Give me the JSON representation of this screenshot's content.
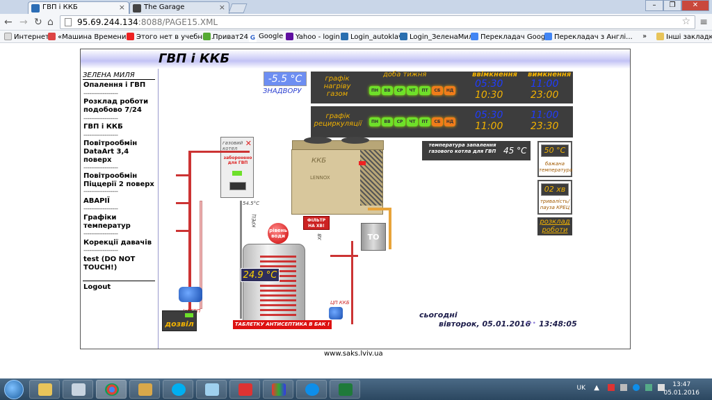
{
  "browser": {
    "tabs": [
      {
        "label": "ГВП і ККБ",
        "active": true
      },
      {
        "label": "The Garage",
        "active": false
      }
    ],
    "url_host": "95.69.244.134",
    "url_path": ":8088/PAGE15.XML",
    "bookmarks": [
      {
        "label": "Интернет",
        "icon": "page-icon"
      },
      {
        "label": "«Машина Времени...",
        "icon": "gmail-icon"
      },
      {
        "label": "Этого нет в учебни...",
        "icon": "youtube-icon"
      },
      {
        "label": "Приват24",
        "icon": "privat-icon"
      },
      {
        "label": "Google",
        "icon": "google-icon"
      },
      {
        "label": "Yahoo - login",
        "icon": "yahoo-icon"
      },
      {
        "label": "Login_autoklav",
        "icon": "site-icon"
      },
      {
        "label": "Login_ЗеленаМиля",
        "icon": "site-icon"
      },
      {
        "label": "Перекладач Google",
        "icon": "translate-icon"
      },
      {
        "label": "Перекладач з Англі...",
        "icon": "translate-icon"
      }
    ],
    "bookmarks_more": "»",
    "other_bookmarks": "Інші закладки"
  },
  "page": {
    "title": "ГВП і ККБ",
    "brand": "ЗЕЛЕНА МИЛЯ",
    "nav": [
      {
        "label": "Опалення і ГВП"
      },
      {
        "label": "Розклад роботи подобово 7/24"
      },
      {
        "label": "ГВП і ККБ"
      },
      {
        "label": "Повітрообмін DataArt 3,4 поверх"
      },
      {
        "label": "Повітрообмін Піццерії 2 поверх"
      },
      {
        "label": "АВАРІЇ"
      },
      {
        "label": "Графіки температур"
      },
      {
        "label": "Корекції давачів"
      },
      {
        "label": "test (DO NOT TOUCH!)"
      }
    ],
    "separator": "------------------",
    "logout": "Logout",
    "outdoor_temp": "-5.5 °C",
    "outdoor_label": "ЗНАДВОРУ",
    "schedule_headers": {
      "days": "доба тижня",
      "on": "ввімкнення",
      "off": "вимкнення"
    },
    "days": [
      "ПН",
      "ВВ",
      "СР",
      "ЧТ",
      "ПТ",
      "СБ",
      "НД"
    ],
    "gas_schedule": {
      "label": "графік нагріву газом",
      "on_times": [
        "05:30",
        "10:30"
      ],
      "off_times": [
        "11:00",
        "23:00"
      ]
    },
    "recirc_schedule": {
      "label": "графік рециркуляції",
      "on_times": [
        "05:30",
        "11:00"
      ],
      "off_times": [
        "11:00",
        "23:30"
      ]
    },
    "ignition_label": "температура запалення газового котла для ГВП",
    "ignition_value": "45 °C",
    "desired_temp": "50 °C",
    "desired_label": "бажана температура",
    "recirc_pause": "02 хв",
    "recirc_pause_label": "тривалість/ пауза КРЕЦ",
    "schedule_link": "розклад роботи",
    "boiler_label": "газовий котел",
    "boiler_forbidden": "заборонено для ГВП",
    "boiler_temp": "54.5°C",
    "kkb_label": "ККБ",
    "kkb_brand": "LENNOX",
    "tank_temp": "24.9 °C",
    "water_level": "рівень води",
    "filter": "ФІЛЬТР НА ХВ!",
    "to_label": "ТО",
    "hv_label": "ХВ",
    "krets_label": "КРЕЦ",
    "jet_label": "Jet ГВП",
    "pump_label": "ЦП ККБ",
    "allow_button": "дозвіл",
    "antiseptic": "ТАБЛЕТКУ АНТИСЕПТИКА В БАК !",
    "today_label": "сьогодні",
    "date_text": "вівторок, 05.01.2016",
    "time_text": "13:48:05",
    "footer_link": "www.saks.lviv.ua"
  },
  "taskbar": {
    "lang": "UK",
    "clock_time": "13:47",
    "clock_date": "05.01.2016"
  },
  "colors": {
    "panel_bg": "#3d3d3d",
    "amber": "#f2b200",
    "blue_time": "#1f3cff",
    "pipe_red": "#c33",
    "day_on": "#6ee02a",
    "day_weekend": "#f07c1a"
  }
}
